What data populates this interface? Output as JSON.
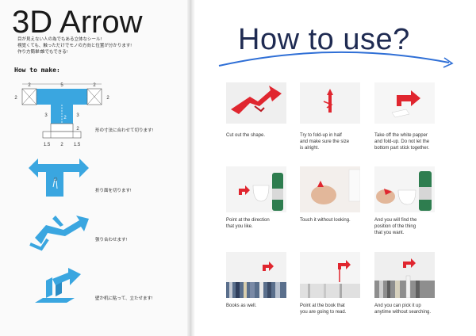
{
  "left": {
    "title": "3D Arrow",
    "subtitle_lines": [
      "目が見えない人の為でもある立体なシール!",
      "視覚くても、触っただけでモノの方向と位置が分かります!",
      "作り方簡単!誰でもできる!"
    ],
    "how_to_make": "How to make:",
    "dims": {
      "left_margin": "2",
      "top_left": "2",
      "top_mid": "5",
      "top_right": "2",
      "right_margin": "2",
      "stem_left": "3",
      "stem_inner": "2",
      "stem_right": "3",
      "base_mid": "2",
      "bottom_left": "1.5",
      "bottom_mid": "2",
      "bottom_right": "1.5"
    },
    "steps": [
      {
        "text": "形の寸法に合わせて切ります!"
      },
      {
        "text": "折り面を切ります!"
      },
      {
        "text": "張り合わせます!"
      },
      {
        "text": "壁か机に貼って、立たせます!"
      }
    ],
    "arrow_color": "#3aa6e0"
  },
  "right": {
    "title": "How to use?",
    "title_color": "#1f2b52",
    "accent_color": "#2f6fd6",
    "red_color": "#e0262f",
    "captions": [
      [
        "Cut out the shape."
      ],
      [
        "Try to fold-up in half",
        "and make sure the size",
        "is alright."
      ],
      [
        "Take off the white papper",
        "and fold-up. Do not let the",
        "bottom part stick together."
      ],
      [
        "Point at the direction",
        "that you like."
      ],
      [
        "Touch it without looking."
      ],
      [
        "And you will find the",
        "position of the thing",
        "that you want."
      ],
      [
        "Books as well."
      ],
      [
        "Point at the book that",
        "you are going to read."
      ],
      [
        "And you can pick it up",
        "anytime without searching."
      ]
    ]
  }
}
